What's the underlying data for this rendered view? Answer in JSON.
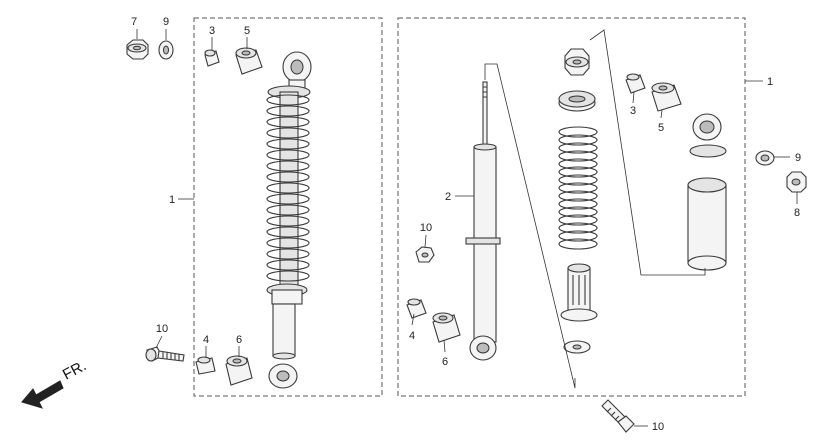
{
  "callouts": {
    "l7": "7",
    "l9": "9",
    "l3": "3",
    "l5": "5",
    "l1": "1",
    "l10": "10",
    "l4": "4",
    "l6": "6",
    "r10": "10",
    "r2": "2",
    "r4": "4",
    "r6": "6",
    "r3": "3",
    "r5": "5",
    "r1": "1",
    "r9": "9",
    "r8": "8",
    "b10": "10"
  },
  "direction_label": "FR."
}
